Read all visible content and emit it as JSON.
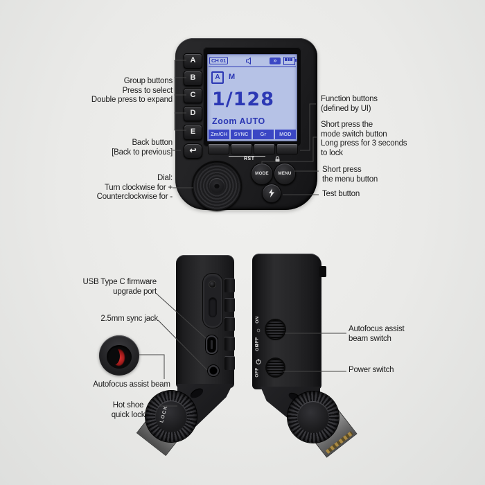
{
  "top_view": {
    "side_buttons": [
      "A",
      "B",
      "C",
      "D",
      "E"
    ],
    "back_icon": "↩",
    "lcd": {
      "channel": "CH 01",
      "wireless_glyph": "»",
      "group": "A",
      "mode": "M",
      "power_value": "1/128",
      "zoom": "Zoom AUTO",
      "softkeys": [
        "Zm/CH",
        "SYNC",
        "Gr",
        "MOD"
      ]
    },
    "rst_label": "RST",
    "mode_button": "MODE",
    "menu_button": "MENU"
  },
  "callouts": {
    "group": [
      "Group buttons",
      "Press to select",
      "Double press to expand"
    ],
    "back": [
      "Back button",
      "[Back to previous]"
    ],
    "dial": [
      "Dial:",
      "Turn clockwise for +",
      "Counterclockwise for -"
    ],
    "function": [
      "Function buttons",
      "(defined by UI)"
    ],
    "mode_switch": [
      "Short press the",
      "mode switch button",
      "Long press for 3 seconds",
      "to lock"
    ],
    "menu": [
      "Short press",
      "the menu button"
    ],
    "test": "Test button",
    "usb": [
      "USB Type C firmware",
      "upgrade port"
    ],
    "sync_jack": "2.5mm sync jack",
    "af_beam": "Autofocus assist beam",
    "hot_shoe": [
      "Hot shoe",
      "quick lock"
    ],
    "af_switch": [
      "Autofocus assist",
      "beam switch"
    ],
    "power_switch": "Power switch"
  },
  "side_views": {
    "switch_on": "ON",
    "switch_off": "OFF",
    "beam_glyph": "☼",
    "lock_text": "LOCK"
  },
  "colors": {
    "lcd_bg": "#b6c2e6",
    "lcd_ink": "#2c38b4",
    "softkey_bg": "#3a46c4",
    "body_dark": "#1d1d1f",
    "beam_red": "#d02424",
    "page_bg": "#eaeae8"
  }
}
